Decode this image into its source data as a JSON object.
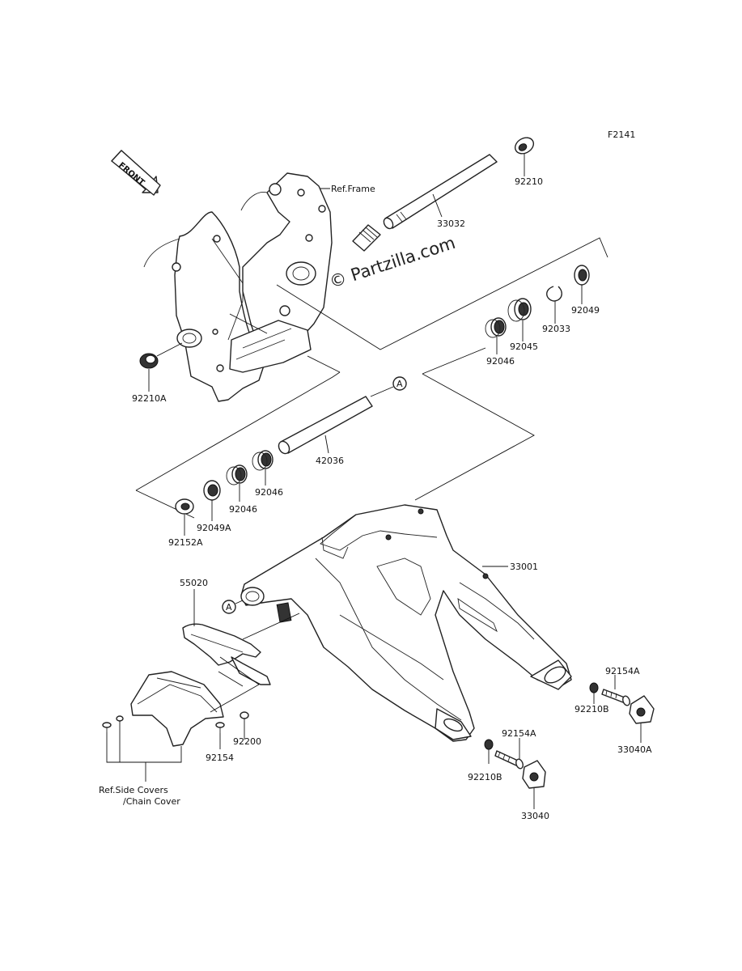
{
  "diagram_code": "F2141",
  "watermark": "© Partzilla.com",
  "front_arrow": {
    "label": "FRONT"
  },
  "ref_frame": "Ref.Frame",
  "ref_covers": {
    "line1": "Ref.Side Covers",
    "line2": "/Chain Cover"
  },
  "callout_marker": "A",
  "parts": {
    "p33032": "33032",
    "p92210": "92210",
    "p92210A": "92210A",
    "p92049": "92049",
    "p92033": "92033",
    "p92045": "92045",
    "p92046_top": "92046",
    "p42036": "42036",
    "p92046_a": "92046",
    "p92046_b": "92046",
    "p92049A": "92049A",
    "p92152A": "92152A",
    "p33001": "33001",
    "p55020": "55020",
    "p92154A_r": "92154A",
    "p92210B_r": "92210B",
    "p33040A": "33040A",
    "p92154A_b": "92154A",
    "p92210B_b": "92210B",
    "p33040": "33040",
    "p92154": "92154",
    "p92200": "92200"
  }
}
